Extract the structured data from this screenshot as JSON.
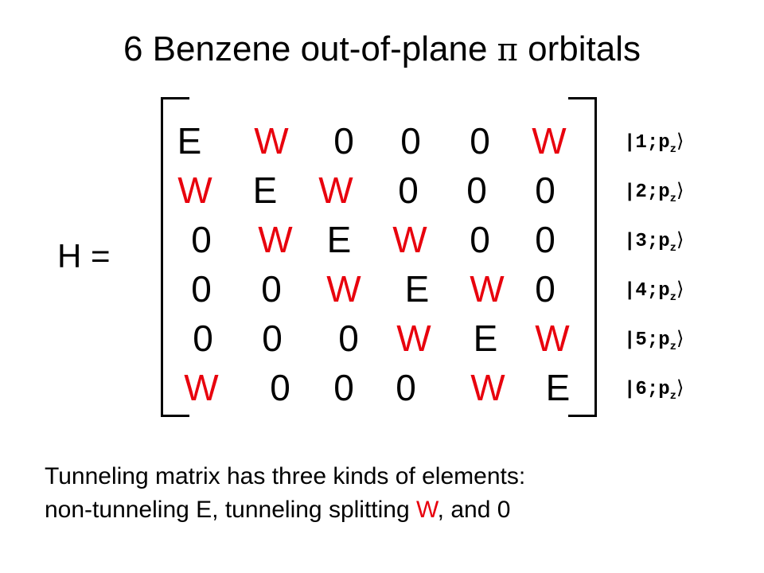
{
  "title": {
    "prefix": "6 Benzene out-of-plane ",
    "symbol": "π",
    "suffix": " orbitals"
  },
  "equation": {
    "lhs": "H ="
  },
  "matrix": {
    "rows": [
      [
        "E",
        "W",
        "0",
        "0",
        "0",
        "W"
      ],
      [
        "W",
        "E",
        "W",
        "0",
        "0",
        "0"
      ],
      [
        "0",
        "W",
        "E",
        "W",
        "0",
        "0"
      ],
      [
        "0",
        "0",
        "W",
        "E",
        "W",
        "0"
      ],
      [
        "0",
        "0",
        "0",
        "W",
        "E",
        "W"
      ],
      [
        "W",
        "0",
        "0",
        "0",
        "W",
        "E"
      ]
    ]
  },
  "basis": {
    "kets": [
      {
        "index": "1",
        "orbital": "p",
        "sub": "z"
      },
      {
        "index": "2",
        "orbital": "p",
        "sub": "z"
      },
      {
        "index": "3",
        "orbital": "p",
        "sub": "z"
      },
      {
        "index": "4",
        "orbital": "p",
        "sub": "z"
      },
      {
        "index": "5",
        "orbital": "p",
        "sub": "z"
      },
      {
        "index": "6",
        "orbital": "p",
        "sub": "z"
      }
    ]
  },
  "caption": {
    "line1": "Tunneling matrix has three kinds of elements:",
    "line2_a": "non-tunneling E, tunneling splitting ",
    "line2_w": "W",
    "line2_b": ", and 0"
  },
  "colors": {
    "tunneling": "#e8000d",
    "text": "#000000",
    "background": "#ffffff"
  }
}
